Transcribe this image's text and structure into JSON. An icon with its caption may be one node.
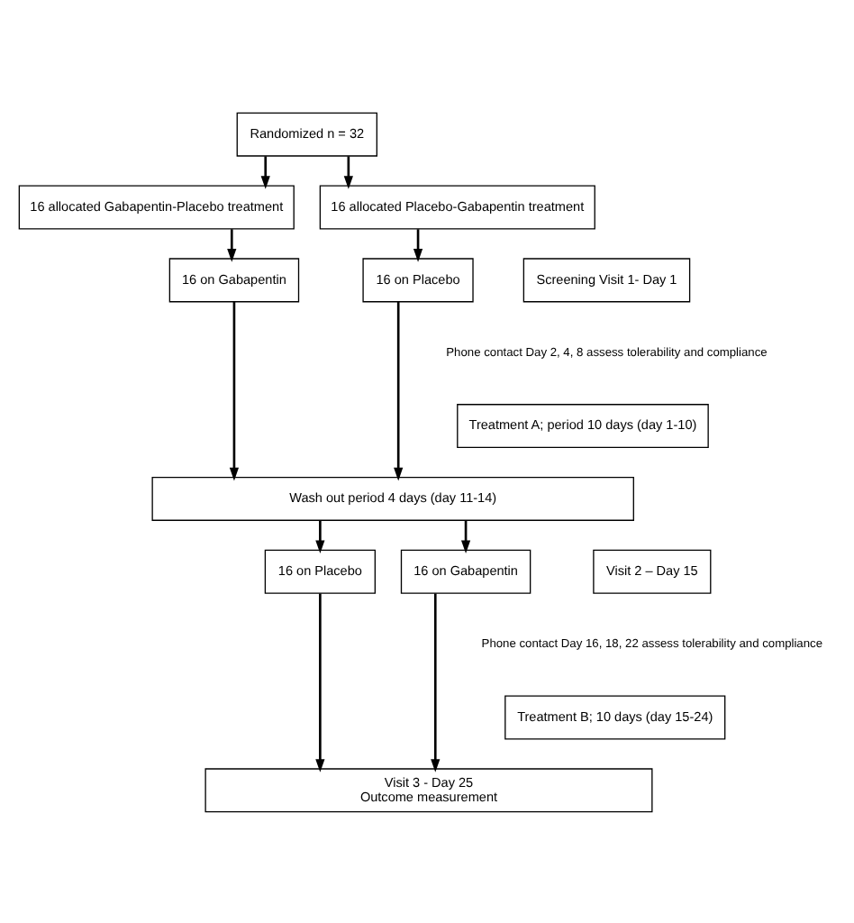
{
  "diagram": {
    "nodes": [
      {
        "text": [
          "Randomized n = 32"
        ]
      },
      {
        "text": [
          "16 allocated Gabapentin-Placebo treatment"
        ]
      },
      {
        "text": [
          "16 allocated Placebo-Gabapentin treatment"
        ]
      },
      {
        "text": [
          "16 on Gabapentin"
        ]
      },
      {
        "text": [
          "Screening Visit 1- Day 1"
        ]
      },
      {
        "text": [
          "16 on Placebo"
        ]
      },
      {
        "text": [
          "Treatment A; period 10 days (day 1-10)"
        ]
      },
      {
        "text": [
          "Wash out period 4 days (day 11-14)"
        ]
      },
      {
        "text": [
          "16 on Placebo"
        ]
      },
      {
        "text": [
          "Visit 2 – Day 15"
        ]
      },
      {
        "text": [
          "16 on Gabapentin"
        ]
      },
      {
        "text": [
          "Treatment B; 10 days (day 15-24)"
        ]
      },
      {
        "text": [
          "Visit 3 - Day 25",
          "Outcome measurement"
        ]
      }
    ],
    "edges": [
      {
        "from": 0,
        "to": 1,
        "arrow": "to"
      },
      {
        "from": 0,
        "to": 2,
        "arrow": "to"
      },
      {
        "from": 1,
        "to": 3,
        "arrow": "to"
      },
      {
        "from": 2,
        "to": 5,
        "arrow": "to"
      },
      {
        "from": 3,
        "to": 7,
        "arrow": "to"
      },
      {
        "from": 5,
        "to": 7,
        "arrow": "to"
      },
      {
        "from": 7,
        "to": 8,
        "arrow": "to"
      },
      {
        "from": 7,
        "to": 10,
        "arrow": "to"
      },
      {
        "from": 8,
        "to": 12,
        "arrow": "to"
      },
      {
        "from": 10,
        "to": 12,
        "arrow": "to"
      }
    ],
    "labels": [
      "Phone contact Day 2, 4, 8 assess tolerability and compliance",
      "Phone contact Day 16, 18, 22 assess tolerability and compliance"
    ]
  }
}
